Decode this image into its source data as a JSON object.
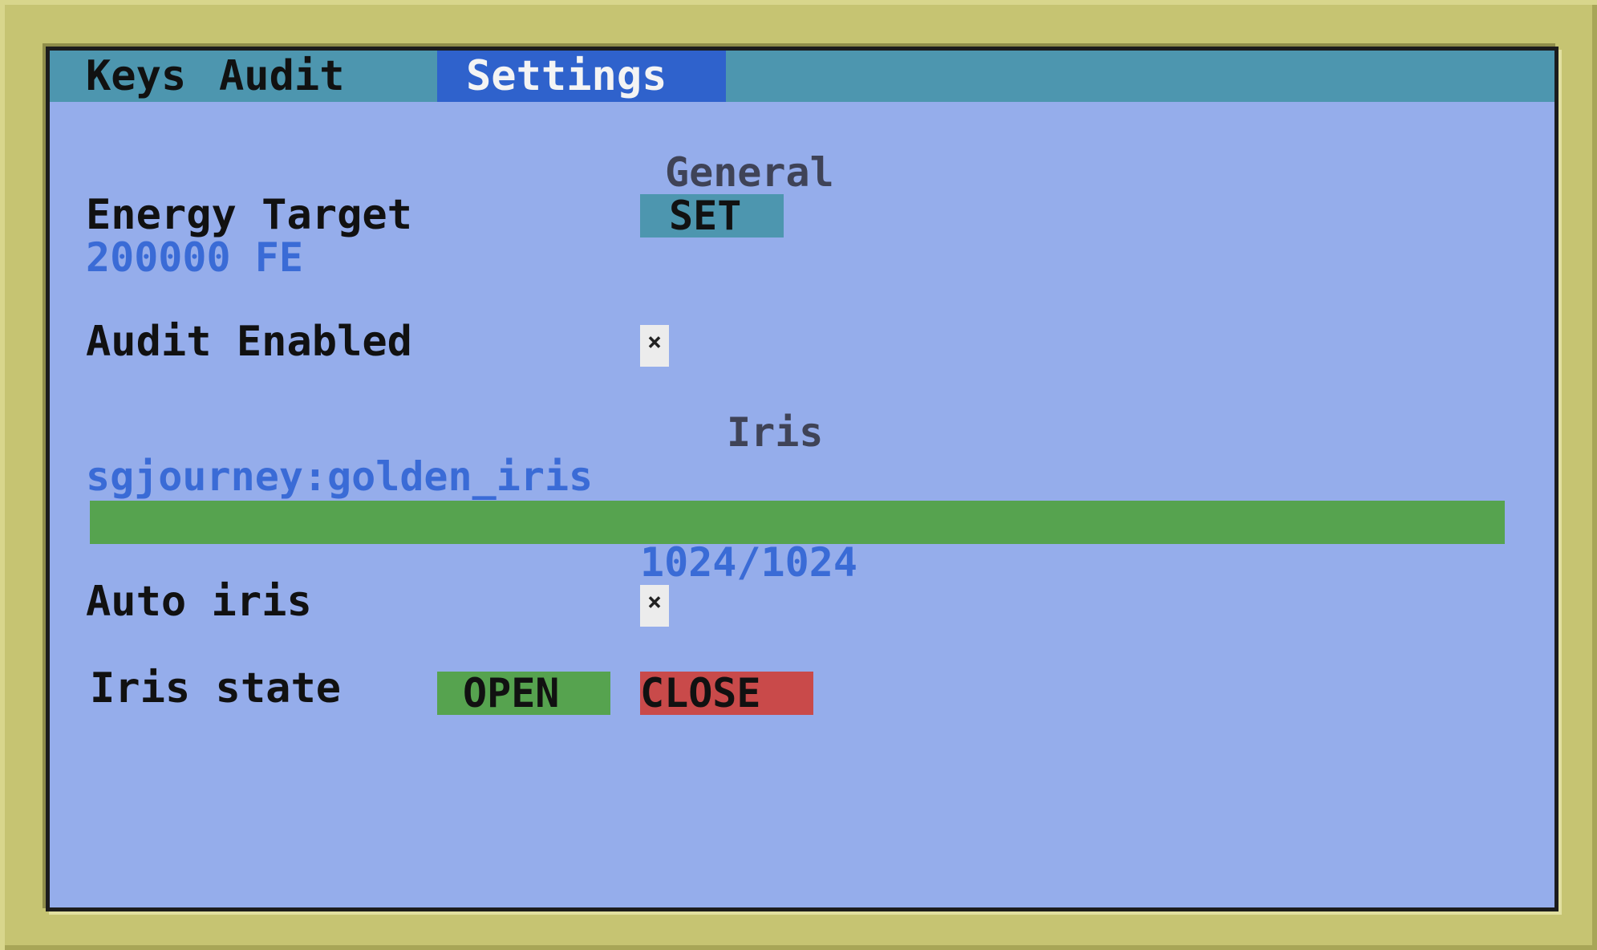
{
  "tabs": [
    {
      "label": "Keys",
      "active": false
    },
    {
      "label": "Audit",
      "active": false
    },
    {
      "label": "Settings",
      "active": true
    }
  ],
  "general": {
    "title": "General",
    "energy_target_label": "Energy Target",
    "energy_target_value": "200000 FE",
    "set_button": "SET",
    "audit_enabled_label": "Audit Enabled",
    "audit_enabled_checked": true,
    "check_mark": "×"
  },
  "iris": {
    "title": "Iris",
    "iris_id": "sgjourney:golden_iris",
    "durability_text": "1024/1024",
    "durability_fraction": 1.0,
    "auto_iris_label": "Auto iris",
    "auto_iris_checked": true,
    "check_mark": "×",
    "state_label": "Iris state",
    "open_button": "OPEN",
    "close_button": "CLOSE"
  },
  "colors": {
    "frame": "#c6c472",
    "screen_bg": "#95adeb",
    "tab_bar": "#4d96af",
    "tab_active": "#2f62cc",
    "value_text": "#3a6bd6",
    "bar_green": "#56a34f",
    "open_green": "#56a34f",
    "close_red": "#c94a4a",
    "set_teal": "#4d96af"
  }
}
